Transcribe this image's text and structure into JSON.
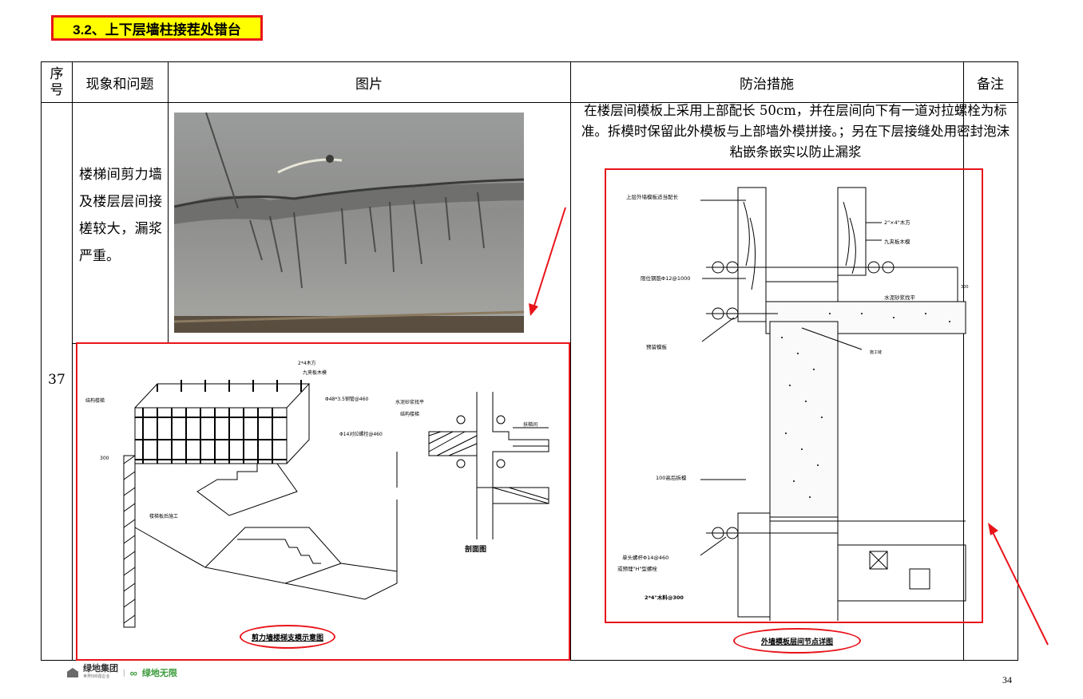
{
  "section_title": "3.2、上下层墙柱接茬处错台",
  "table": {
    "headers": {
      "seq_line1": "序",
      "seq_line2": "号",
      "problem": "现象和问题",
      "picture": "图片",
      "measures": "防治措施",
      "remarks": "备注"
    },
    "row": {
      "number": "37",
      "problem": "楼梯间剪力墙及楼层层间接槎较大，漏浆严重。",
      "measures": "在楼层间模板上采用上部配长 50cm，并在层间向下有一道对拉螺栓为标准。拆模时保留此外模板与上部墙外模拼接。；另在下层接缝处用密封泡沫粘嵌条嵌实以防止漏浆"
    }
  },
  "drawing_left": {
    "caption": "剪力墙楼梯支模示意图",
    "section_label": "剖面图",
    "labels": {
      "timber": "2*4木方",
      "plywood": "九夹板木模",
      "steel_pipe": "Φ48*3.5钢管@460",
      "bolt": "Φ14对拉螺栓@460",
      "structure_stair": "结构楼梯",
      "stair_later": "楼梯板后施工",
      "mortar": "水泥砂浆找平",
      "structure_stair2": "结构楼梯",
      "handrail": "扶梯间",
      "dim": "300"
    }
  },
  "drawing_right": {
    "caption": "外墙模板层间节点详图",
    "labels": {
      "upper_form": "上层外墙模板适当配长",
      "timber": "2\"×4\"木方",
      "plywood": "九夹板木模",
      "rebar": "限位钢筋Φ12@1000",
      "mortar": "水泥砂浆找平",
      "reserved": "预留模板",
      "joint": "施工缝",
      "removal": "100高后拆模",
      "bolt1": "单头螺杆Φ14@460",
      "bolt2": "或预埋\"H\"型螺栓",
      "timber2": "2*4\"木料@300",
      "dim": "300"
    }
  },
  "footer": {
    "logo1": "绿地集团",
    "logo1_sub": "世界500强企业",
    "logo2": "绿地无限",
    "page_number": "34"
  },
  "colors": {
    "highlight": "#ffff00",
    "annotation_red": "#e8141a"
  }
}
